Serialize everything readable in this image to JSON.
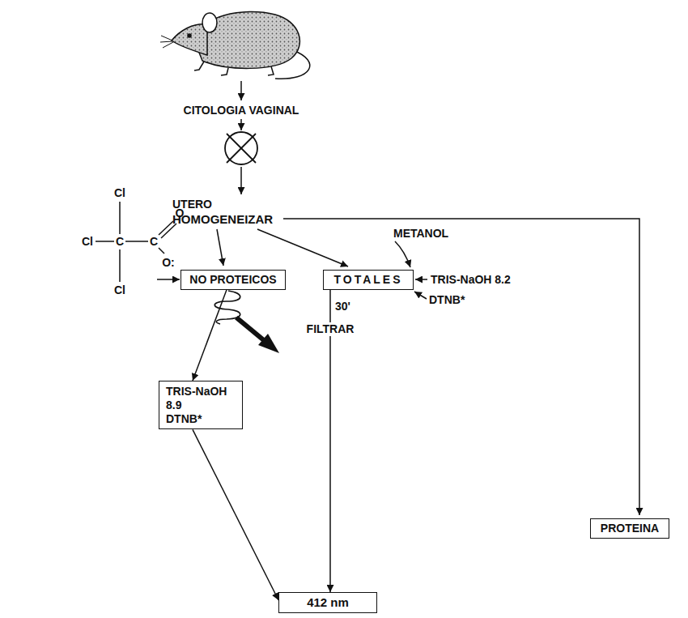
{
  "diagram": {
    "nodes": [
      {
        "text": [
          "NO PROTEICOS"
        ]
      },
      {
        "text": [
          "TOTALES"
        ]
      },
      {
        "text": [
          "TRIS-NaOH 8.9 DTNB*"
        ]
      },
      {
        "text": [
          "PROTEINA"
        ]
      },
      {
        "text": [
          "412 nm"
        ]
      }
    ],
    "edges": [
      {
        "from": 0,
        "to": 2,
        "arrow": "to"
      },
      {
        "from": 2,
        "to": 4,
        "arrow": "to"
      },
      {
        "from": 1,
        "to": 4,
        "arrow": "to",
        "label": "FILTRAR"
      }
    ],
    "labels": [
      "CITOLOGIA VAGINAL",
      "UTERO",
      "HOMOGENEIZAR",
      "Cl",
      "Cl",
      "C",
      "C",
      "O",
      "O:",
      "Cl",
      "METANOL",
      "TRIS-NaOH 8.2",
      "DTNB*",
      "30'"
    ]
  }
}
